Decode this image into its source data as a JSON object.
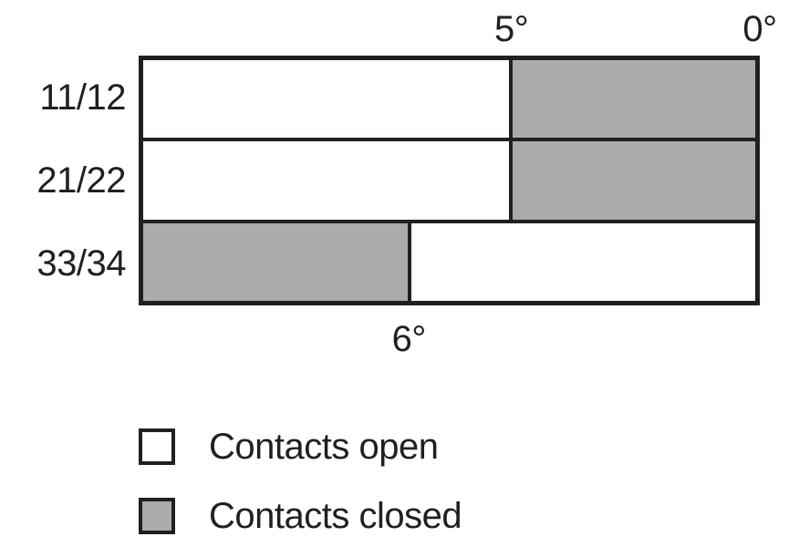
{
  "chart_data": {
    "type": "bar",
    "description": "Contact open/closed timing diagram versus cam angle",
    "rows": [
      {
        "label": "11/12",
        "segments": [
          {
            "state": "open",
            "start_frac": 0.0,
            "end_frac": 0.6
          },
          {
            "state": "closed",
            "start_frac": 0.6,
            "end_frac": 1.0
          }
        ],
        "transition_label": "5°"
      },
      {
        "label": "21/22",
        "segments": [
          {
            "state": "open",
            "start_frac": 0.0,
            "end_frac": 0.6
          },
          {
            "state": "closed",
            "start_frac": 0.6,
            "end_frac": 1.0
          }
        ],
        "transition_label": "5°"
      },
      {
        "label": "33/34",
        "segments": [
          {
            "state": "closed",
            "start_frac": 0.0,
            "end_frac": 0.435
          },
          {
            "state": "open",
            "start_frac": 0.435,
            "end_frac": 1.0
          }
        ],
        "transition_label": "6°"
      }
    ],
    "axis_annotations": [
      {
        "text": "5°",
        "edge": "top",
        "frac": 0.6
      },
      {
        "text": "0°",
        "edge": "top",
        "frac": 1.0
      },
      {
        "text": "6°",
        "edge": "bottom",
        "frac": 0.435
      }
    ],
    "legend": [
      {
        "label": "Contacts open",
        "state": "open",
        "fill": "#FFFFFF"
      },
      {
        "label": "Contacts closed",
        "state": "closed",
        "fill": "#ABABAB"
      }
    ],
    "colors": {
      "open": "#FFFFFF",
      "closed": "#ABABAB",
      "line": "#231F20"
    }
  }
}
